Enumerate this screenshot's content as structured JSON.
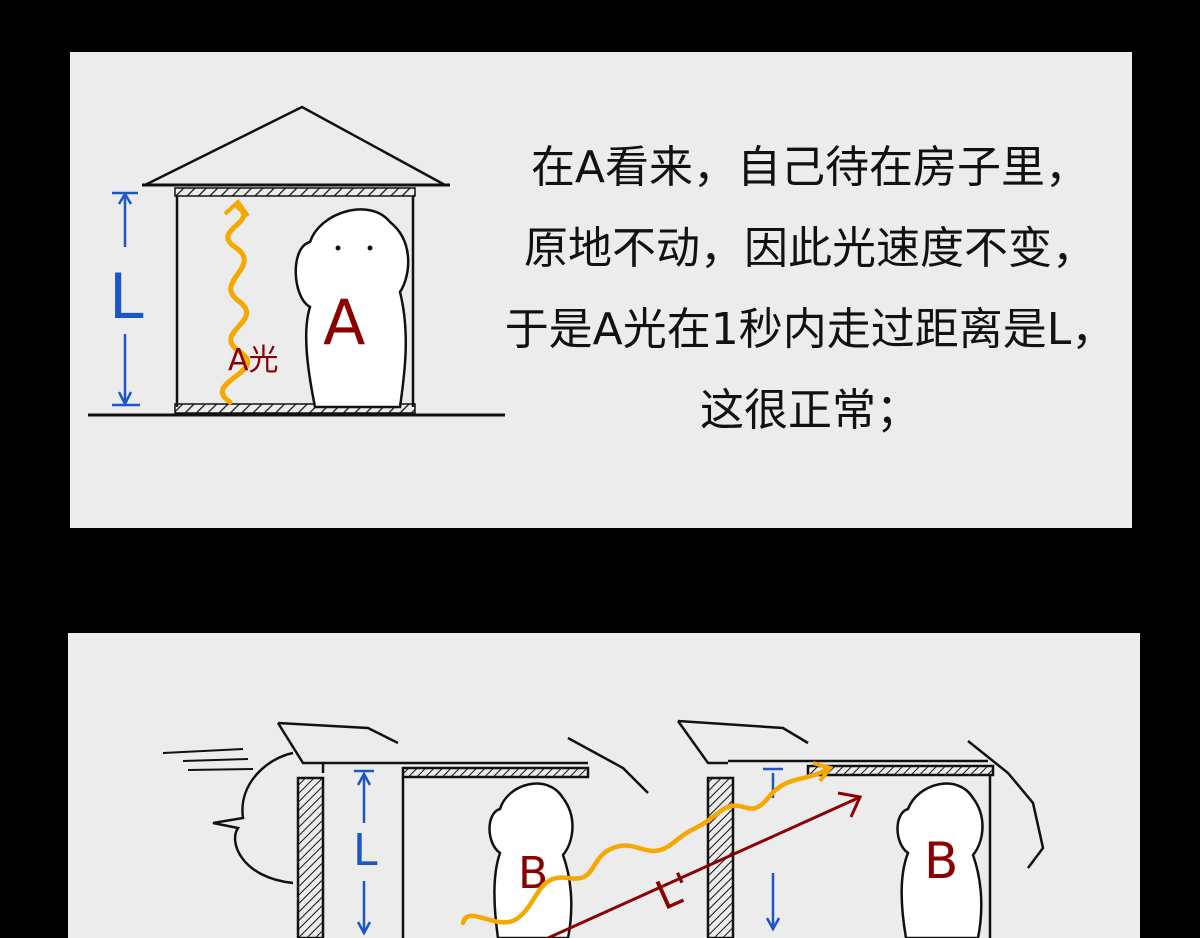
{
  "panel1": {
    "caption_lines": [
      "在A看来，自己待在房子里，",
      "原地不动，因此光速度不变，",
      "于是A光在1秒内走过距离是L，",
      "这很正常；"
    ],
    "length_label": "L",
    "light_label": "A光",
    "character_label": "A"
  },
  "panel2": {
    "length_label": "L",
    "diagonal_label": "L'",
    "left_character_label": "B",
    "right_character_label": "B"
  },
  "colors": {
    "light": "#f5a800",
    "length_marker": "#1a56c8",
    "character_text": "#8b0000",
    "line_art": "#111111",
    "panel_bg": "#ececec",
    "background": "#000000"
  }
}
